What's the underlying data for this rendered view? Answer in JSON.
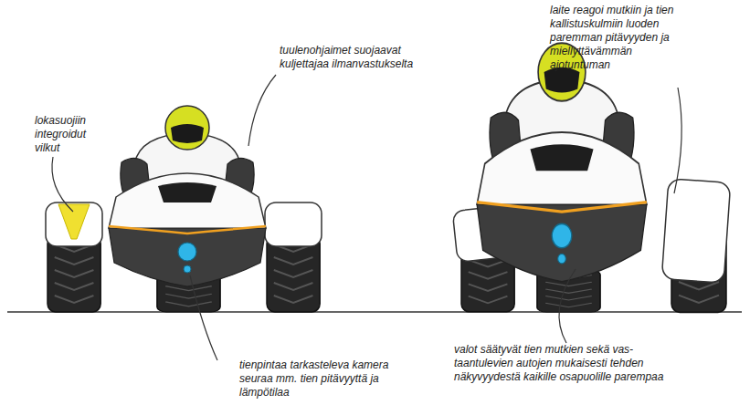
{
  "diagram": {
    "labels": [
      "lokasuojiin integroidut vilkut",
      "tuulenohjaimet suojaavat kuljettajaa ilmanvastukselta",
      "tienpintaa tarkasteleva kamera seuraa mm. tien pitävyyttä ja lämpötilaa",
      "laite reagoi mutkiin ja tien kallistuskulmiin luoden paremman pitävyyden ja miellyttävämmän ajotuntuman",
      "valot säätyvät tien mutkien sekä vas- taantulevien autojen mukaisesti tehden näkyvyydestä kaikille osapuolille parempaa"
    ]
  }
}
